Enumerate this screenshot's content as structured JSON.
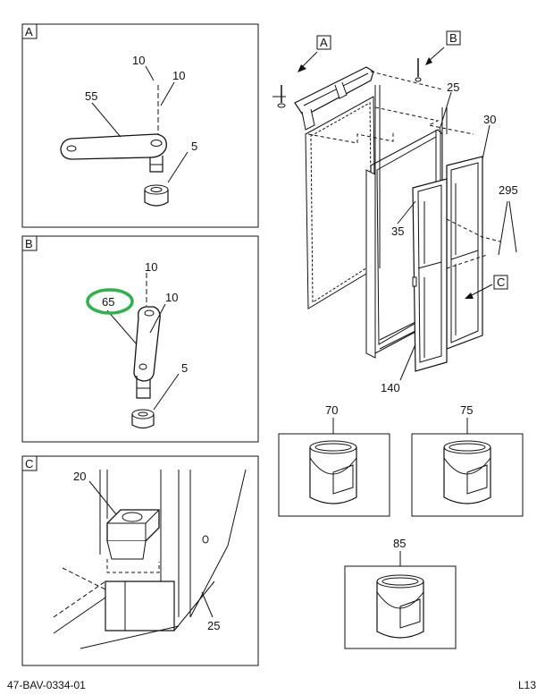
{
  "detail_boxes": {
    "a": {
      "tag": "A",
      "callouts": [
        "10",
        "10",
        "55",
        "5"
      ]
    },
    "b": {
      "tag": "B",
      "callouts": [
        "10",
        "10",
        "65",
        "5"
      ],
      "highlighted_callout": "65",
      "highlight_color": "#2db34a"
    },
    "c": {
      "tag": "C",
      "callouts": [
        "20",
        "25"
      ]
    }
  },
  "main_view": {
    "view_tags": [
      "A",
      "B",
      "C"
    ],
    "callouts": [
      "25",
      "30",
      "295",
      "35",
      "140"
    ]
  },
  "paint_cans": [
    {
      "callout": "70"
    },
    {
      "callout": "75"
    },
    {
      "callout": "85"
    }
  ],
  "footer": {
    "drawing_id": "47-BAV-0334-01",
    "sheet": "L13"
  }
}
